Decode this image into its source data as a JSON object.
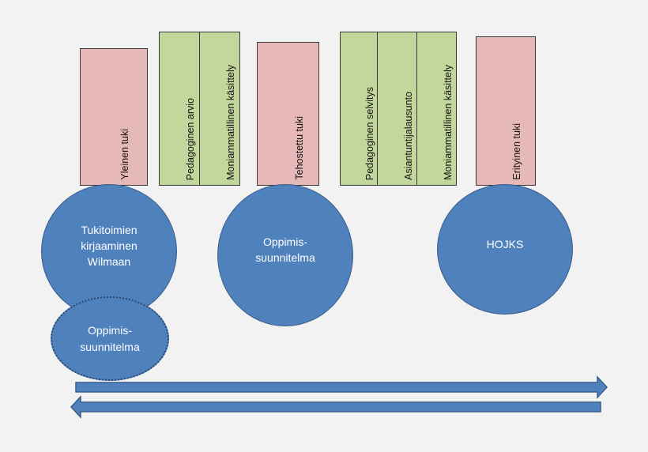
{
  "boxes": [
    {
      "label": "Yleinen tuki",
      "color": "pink"
    },
    {
      "label": "Pedagoginen arvio",
      "color": "green"
    },
    {
      "label": "Moniammatillinen käsittely",
      "color": "green"
    },
    {
      "label": "Tehostettu tuki",
      "color": "pink"
    },
    {
      "label": "Pedagoginen selvitys",
      "color": "green"
    },
    {
      "label": "Asiantuntijalausunto",
      "color": "green"
    },
    {
      "label": "Moniammatillinen käsittely",
      "color": "green"
    },
    {
      "label": "Erityinen tuki",
      "color": "pink"
    }
  ],
  "circles": [
    {
      "label": "Tukitoimien\nkirjaaminen\nWilmaan"
    },
    {
      "label": "Oppimis-\nsuunnitelma"
    },
    {
      "label": "HOJKS"
    }
  ],
  "dotted_ellipse": {
    "label": "Oppimis-\nsuunnitelma"
  },
  "colors": {
    "pink": "#e6b8b7",
    "green": "#c3d69b",
    "blue": "#4f81bd",
    "blue_border": "#385d8a",
    "background": "#f2f2f2"
  }
}
